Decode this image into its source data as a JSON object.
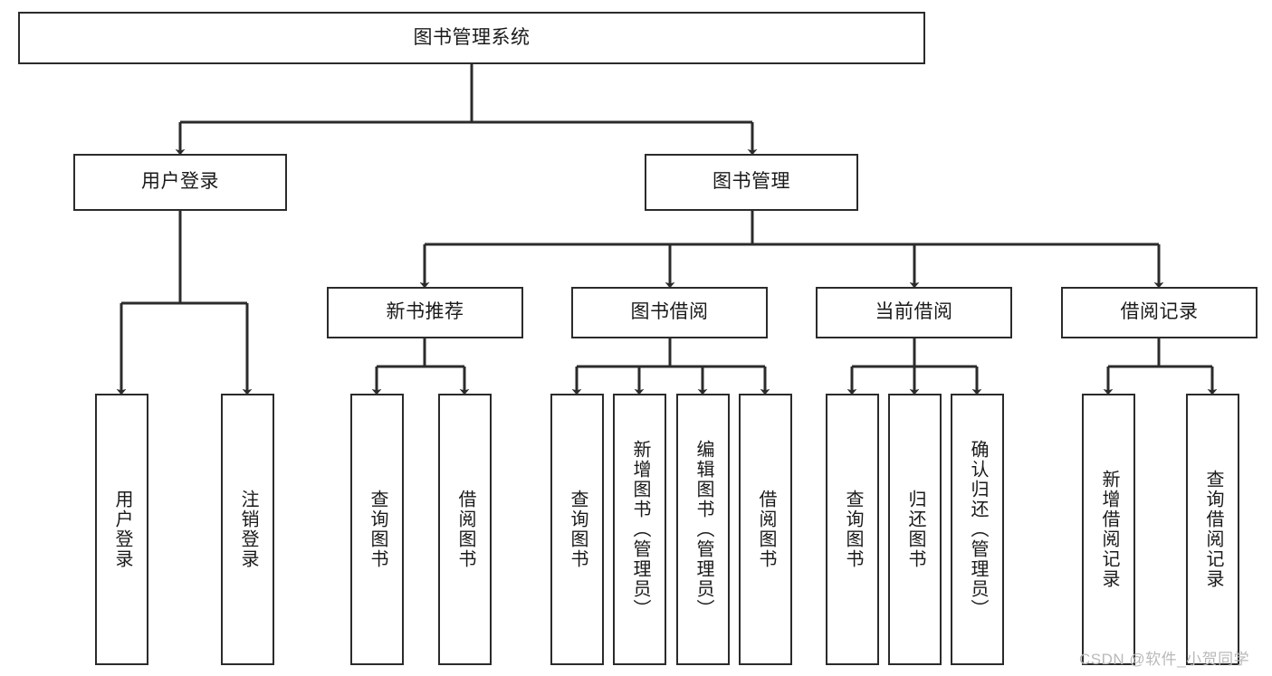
{
  "diagram": {
    "type": "tree-hierarchy-function-chart",
    "orientation": "top-down",
    "line_color": "#2b2b2b",
    "box_border_color": "#2b2b2b",
    "box_fill_color": "#ffffff",
    "text_color": "#1a1a1a",
    "watermark_color": "#b9b9b9"
  },
  "root": {
    "label": "图书管理系统"
  },
  "level2": [
    {
      "label": "用户登录"
    },
    {
      "label": "图书管理"
    }
  ],
  "level3": [
    {
      "label": "新书推荐"
    },
    {
      "label": "图书借阅"
    },
    {
      "label": "当前借阅"
    },
    {
      "label": "借阅记录"
    }
  ],
  "leaves": {
    "user_login": [
      {
        "label": "用户登录"
      },
      {
        "label": "注销登录"
      }
    ],
    "new_book_recommend": [
      {
        "label": "查询图书"
      },
      {
        "label": "借阅图书"
      }
    ],
    "book_borrow": [
      {
        "label": "查询图书"
      },
      {
        "label": "新增图书（管理员）"
      },
      {
        "label": "编辑图书（管理员）"
      },
      {
        "label": "借阅图书"
      }
    ],
    "current_borrow": [
      {
        "label": "查询图书"
      },
      {
        "label": "归还图书"
      },
      {
        "label": "确认归还（管理员）"
      }
    ],
    "borrow_record": [
      {
        "label": "新增借阅记录"
      },
      {
        "label": "查询借阅记录"
      }
    ]
  },
  "watermark": {
    "text": "CSDN @软件_小贺同学"
  }
}
